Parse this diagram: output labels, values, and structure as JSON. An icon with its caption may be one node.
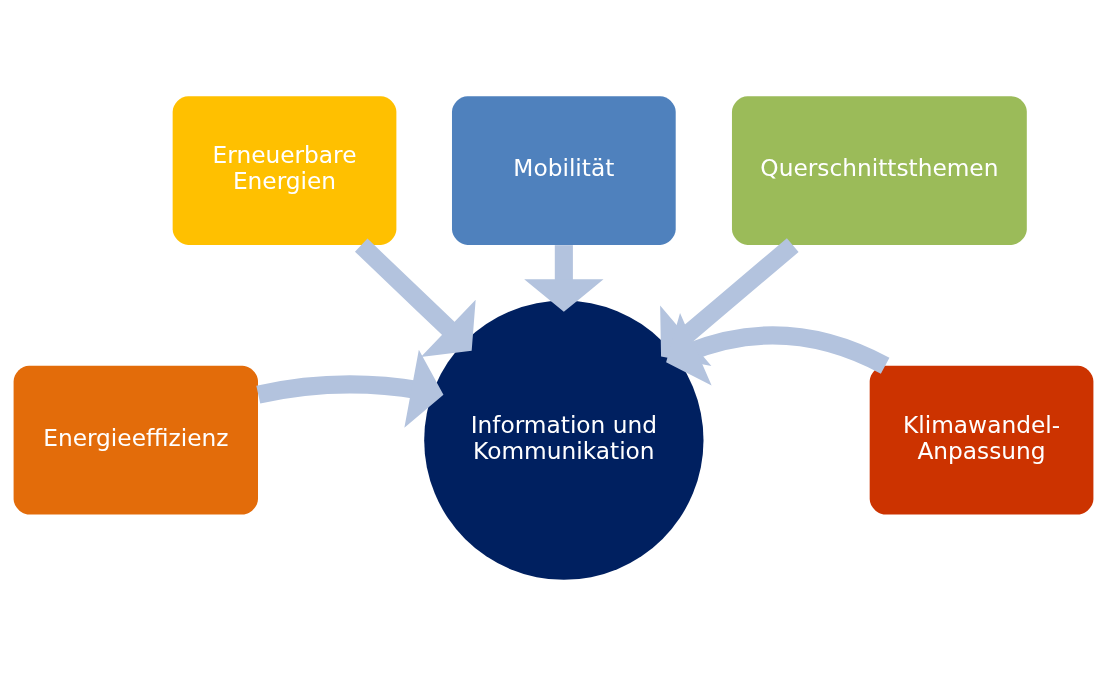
{
  "diagram": {
    "nodes": [
      {
        "text": [
          "Energieeffizienz"
        ]
      },
      {
        "text": [
          "Erneuerbare Energien"
        ]
      },
      {
        "text": [
          "Mobilität"
        ]
      },
      {
        "text": [
          "Querschnittsthemen"
        ]
      },
      {
        "text": [
          "Klimawandel- Anpassung"
        ]
      },
      {
        "text": [
          "Information und Kommunikation"
        ]
      }
    ],
    "edges": [
      {
        "from": 0,
        "to": 5,
        "arrow": "to"
      },
      {
        "from": 1,
        "to": 5,
        "arrow": "to"
      },
      {
        "from": 2,
        "to": 5,
        "arrow": "to"
      },
      {
        "from": 3,
        "to": 5,
        "arrow": "to"
      },
      {
        "from": 4,
        "to": 5,
        "arrow": "to"
      }
    ]
  }
}
